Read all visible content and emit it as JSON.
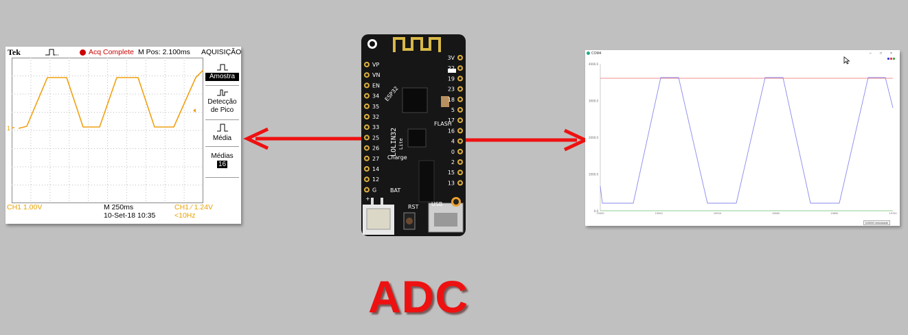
{
  "scope": {
    "brand": "Tek",
    "status": "Acq Complete",
    "mpos": "M Pos: 2.100ms",
    "menu_title": "AQUISIÇÃO",
    "menu": {
      "amostra": "Amostra",
      "pico_1": "Detecção",
      "pico_2": "de Pico",
      "media": "Média",
      "medias": "Médias",
      "medias_val": "16"
    },
    "ch1_scale": "CH1  1.00V",
    "timebase": "M 250ms",
    "datetime": "10-Set-18 10:35",
    "trigger": "CH1 ⁄ 1.24V",
    "freq": "<10Hz",
    "ch_marker": "1"
  },
  "board": {
    "left_pins": [
      "VP",
      "VN",
      "EN",
      "34",
      "35",
      "32",
      "33",
      "25",
      "26",
      "27",
      "14",
      "12",
      "G"
    ],
    "right_pins": [
      "3V",
      "22",
      "19",
      "23",
      "18",
      "5",
      "17",
      "16",
      "4",
      "0",
      "2",
      "15",
      "13"
    ],
    "chip_label": "ESP32",
    "model": "LOLIN32",
    "model_sub": "Lite",
    "flash": "FLASH",
    "charge": "Charge",
    "bat": "BAT",
    "rst": "RST",
    "usb": "USB",
    "plus": "+"
  },
  "plotter": {
    "window_title": "COM4",
    "window_controls": [
      "–",
      "□",
      "×"
    ],
    "y_ticks": [
      "4000.0",
      "3000.0",
      "2000.0",
      "1000.0",
      "0.0"
    ],
    "x_ticks": [
      "19450",
      "19500",
      "19550",
      "19600",
      "19650",
      "19700"
    ],
    "baud": "115200 velocidade",
    "colors": {
      "signal": "#8888ee",
      "ref_high": "#ee6666",
      "ref_low": "#66bb66"
    }
  },
  "label": "ADC",
  "colors": {
    "arrow": "#ee1111",
    "trace": "#f0a010",
    "background": "#c0c0c0"
  }
}
